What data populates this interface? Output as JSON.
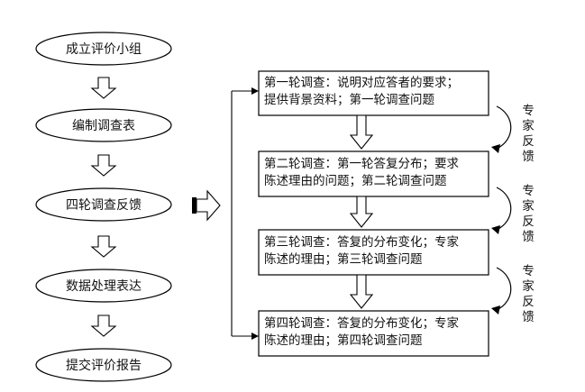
{
  "left_steps": [
    {
      "label": "成立评价小组"
    },
    {
      "label": "编制调查表"
    },
    {
      "label": "四轮调查反馈"
    },
    {
      "label": "数据处理表达"
    },
    {
      "label": "提交评价报告"
    }
  ],
  "rounds": [
    {
      "line1": "第一轮调查：说明对应答者的要求；",
      "line2": "提供背景资料；第一轮调查问题"
    },
    {
      "line1": "第二轮调查：第一轮答复分布；要求",
      "line2": "陈述理由的问题；第二轮调查问题"
    },
    {
      "line1": "第三轮调查：答复的分布变化；专家",
      "line2": "陈述的理由；第三轮调查问题"
    },
    {
      "line1": "第四轮调查：答复的分布变化；专家",
      "line2": "陈述的理由；第四轮调查问题"
    }
  ],
  "feedback": [
    {
      "chars": [
        "专",
        "家",
        "反",
        "馈"
      ]
    },
    {
      "chars": [
        "专",
        "家",
        "反",
        "馈"
      ]
    },
    {
      "chars": [
        "专",
        "家",
        "反",
        "馈"
      ]
    }
  ]
}
